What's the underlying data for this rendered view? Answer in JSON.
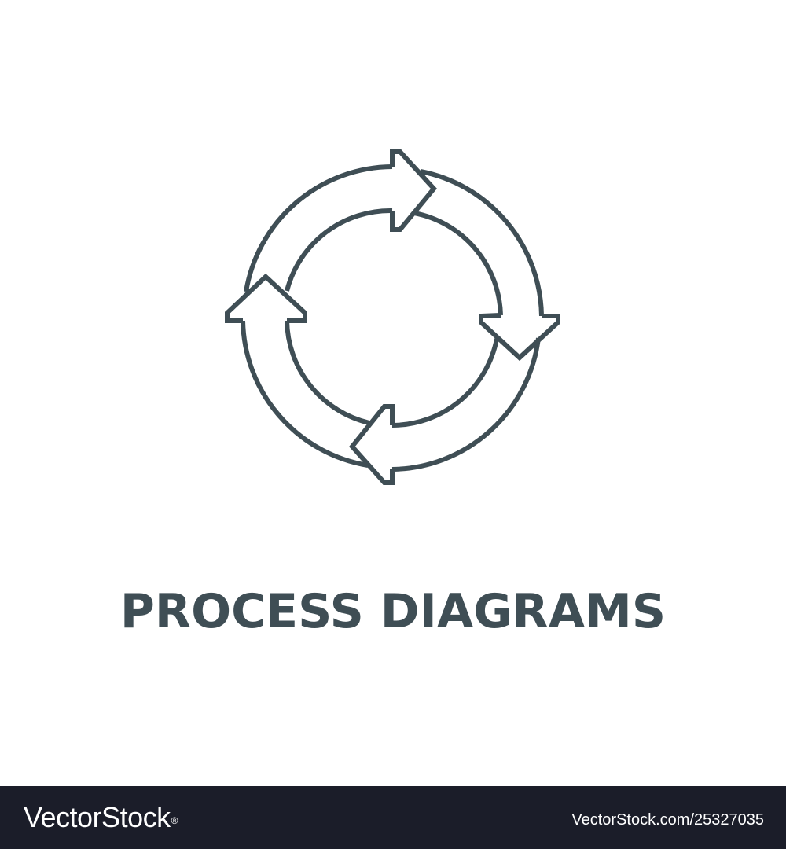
{
  "title": "PROCESS DIAGRAMS",
  "icon": {
    "name": "cycle-arrows-icon",
    "stroke_color": "#3f4e55"
  },
  "footer": {
    "brand": "VectorStock",
    "registered_mark": "®",
    "image_id": "VectorStock.com/25327035",
    "background_color": "#1b1d29"
  }
}
